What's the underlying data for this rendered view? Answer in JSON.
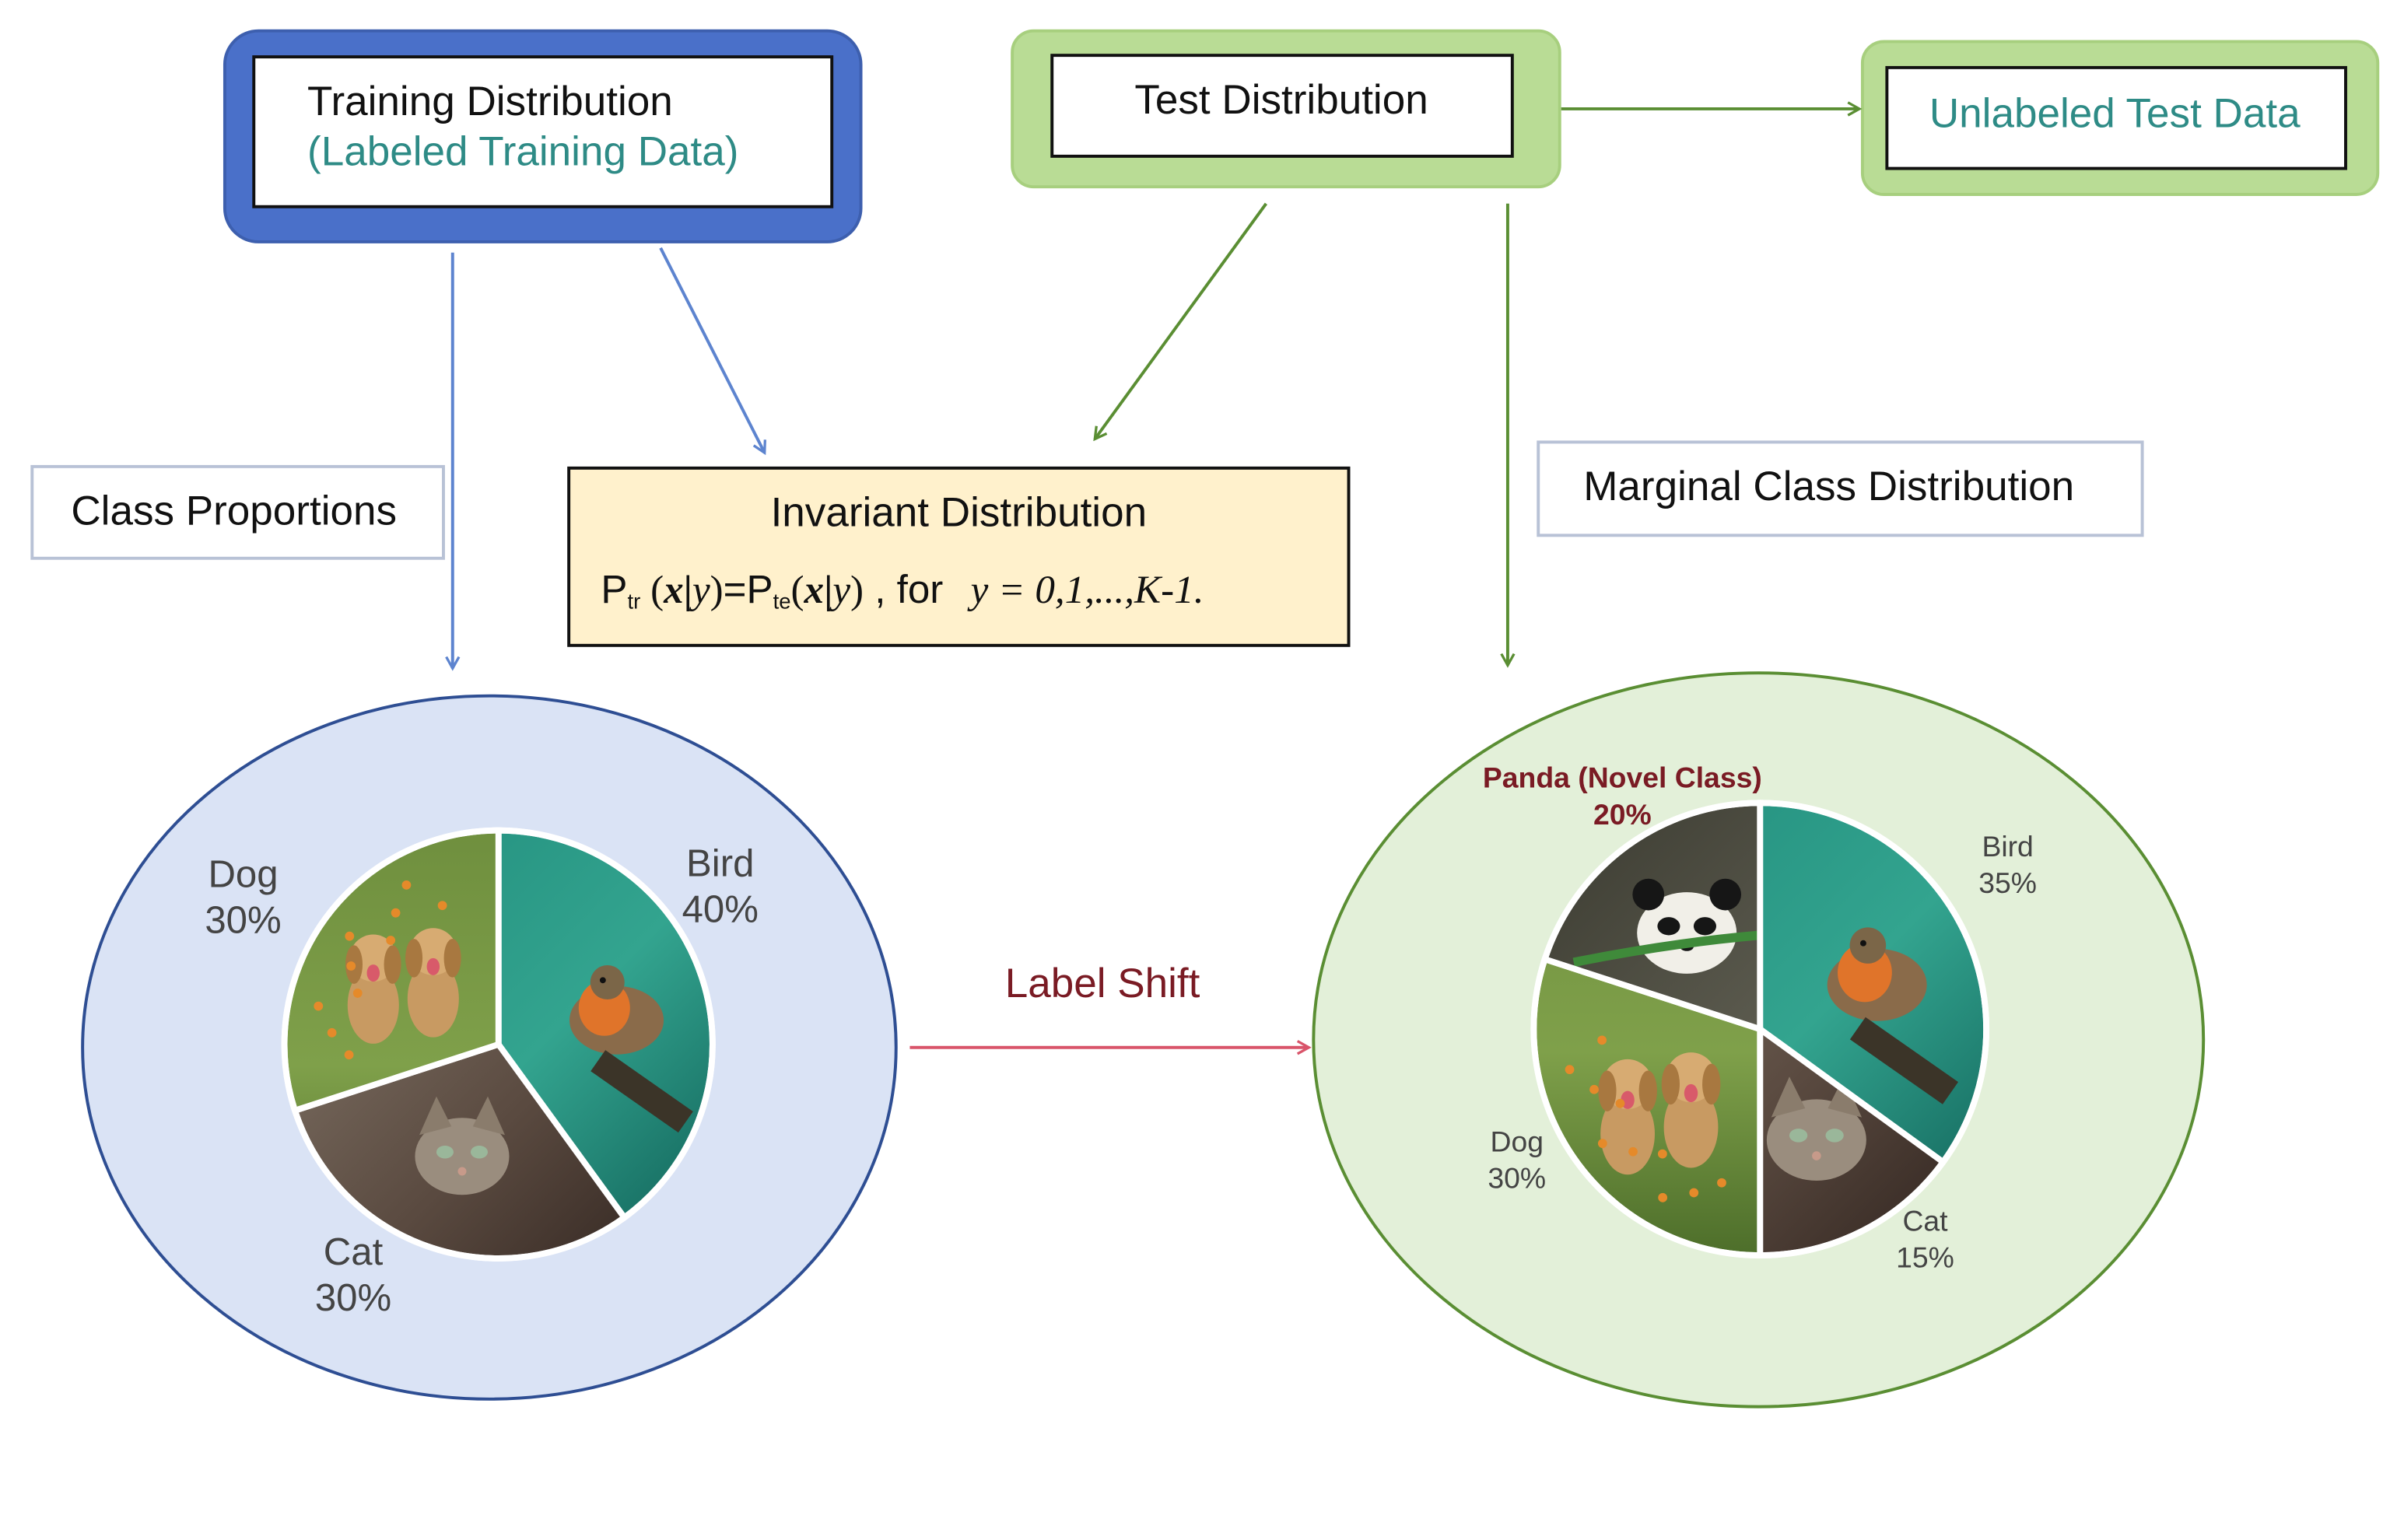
{
  "colors": {
    "train_blue": "#4a70c9",
    "train_arrow": "#5d84cf",
    "test_green": "#b9dc95",
    "test_arrow": "#5a8e33",
    "teal_text": "#2e8b86",
    "invariant_fill": "#fff1cc",
    "left_ellipse_fill": "#dae3f5",
    "left_ellipse_stroke": "#2e4e93",
    "right_ellipse_fill": "#e3f0d9",
    "right_ellipse_stroke": "#5a8e33",
    "shift_arrow": "#d9546a",
    "dark_red_text": "#7a1b24"
  },
  "boxes": {
    "training": {
      "line1": "Training Distribution",
      "line2": "(Labeled Training Data)"
    },
    "test": {
      "title": "Test Distribution"
    },
    "unlabeled": {
      "title": "Unlabeled Test Data"
    },
    "class_proportions": {
      "title": "Class Proportions"
    },
    "marginal": {
      "title": "Marginal Class Distribution"
    },
    "invariant": {
      "title": "Invariant Distribution",
      "p1": "P",
      "tr": "tr",
      "x1": "x",
      "bar": "|",
      "y1": "y",
      "eq": "=P",
      "te": "te",
      "for": " , for",
      "domain": "y = 0,1,...,K-1."
    }
  },
  "label_shift": "Label Shift",
  "train_pie": {
    "slices": [
      {
        "name": "Bird",
        "pct": "40%",
        "value": 40
      },
      {
        "name": "Cat",
        "pct": "30%",
        "value": 30
      },
      {
        "name": "Dog",
        "pct": "30%",
        "value": 30
      }
    ]
  },
  "test_pie": {
    "slices": [
      {
        "name": "Bird",
        "pct": "35%",
        "value": 35
      },
      {
        "name": "Cat",
        "pct": "15%",
        "value": 15
      },
      {
        "name": "Dog",
        "pct": "30%",
        "value": 30
      },
      {
        "name": "Panda (Novel Class)",
        "pct": "20%",
        "value": 20
      }
    ]
  }
}
